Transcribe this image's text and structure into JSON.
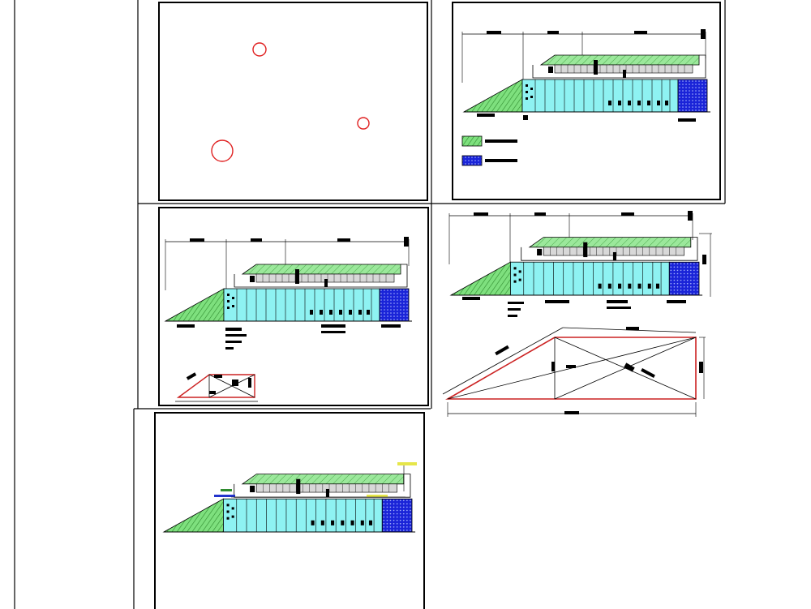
{
  "drawing": {
    "colors": {
      "paper": "#ffffff",
      "frame": "#000000",
      "slope_fill": "#7ee07e",
      "slope_hatch": "#2e8b2e",
      "roof_fill": "#9be89b",
      "building_fill": "#8ef2f2",
      "annex_fill": "#1a24d8",
      "annex_dots": "#a6b4ff",
      "circle_red": "#e02020",
      "outline_red": "#cc2222",
      "marker_yellow": "#e6e64a",
      "marker_blue": "#2233cc"
    },
    "panels": [
      {
        "id": "location-circles",
        "kind": "circles"
      },
      {
        "id": "elevation-with-legend",
        "kind": "elevation"
      },
      {
        "id": "elevation-with-site-sketch",
        "kind": "elevation"
      },
      {
        "id": "elevation-with-plot-diagram",
        "kind": "elevation"
      },
      {
        "id": "plot-geometry",
        "kind": "geometry"
      },
      {
        "id": "elevation-markers",
        "kind": "elevation"
      }
    ],
    "legend": {
      "items": [
        {
          "id": "slope-swatch",
          "label": ""
        },
        {
          "id": "annex-swatch",
          "label": ""
        }
      ]
    }
  }
}
